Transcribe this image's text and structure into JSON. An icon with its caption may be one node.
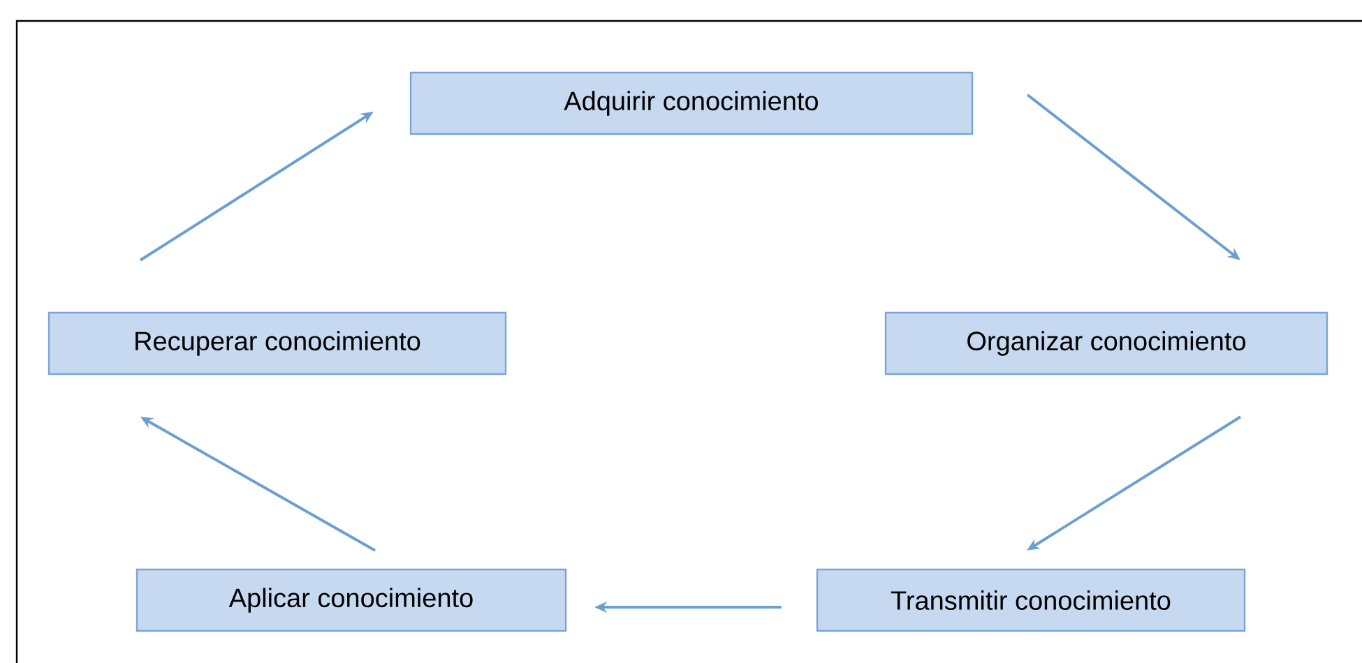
{
  "diagram": {
    "nodes": [
      {
        "text": [
          "Adquirir conocimiento"
        ]
      },
      {
        "text": [
          "Organizar conocimiento"
        ]
      },
      {
        "text": [
          "Transmitir conocimiento"
        ]
      },
      {
        "text": [
          "Aplicar conocimiento"
        ]
      },
      {
        "text": [
          "Recuperar conocimiento"
        ]
      }
    ],
    "edges": [
      {
        "from": 0,
        "to": 1,
        "arrow": "to"
      },
      {
        "from": 1,
        "to": 2,
        "arrow": "to"
      },
      {
        "from": 2,
        "to": 3,
        "arrow": "to"
      },
      {
        "from": 3,
        "to": 4,
        "arrow": "to"
      },
      {
        "from": 4,
        "to": 0,
        "arrow": "to"
      }
    ]
  }
}
